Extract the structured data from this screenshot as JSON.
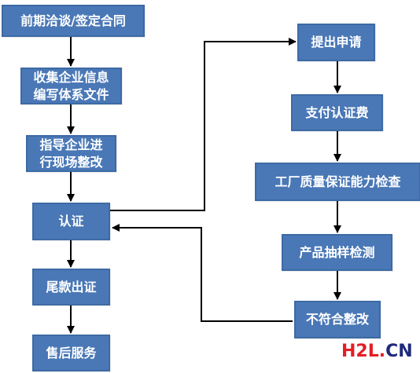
{
  "left_column": {
    "step1": "前期洽谈/签定合同",
    "step2_line1": "收集企业信息",
    "step2_line2": "编写体系文件",
    "step3_line1": "指导企业进",
    "step3_line2": "行现场整改",
    "step4": "认证",
    "step5": "尾款出证",
    "step6": "售后服务"
  },
  "right_column": {
    "step1": "提出申请",
    "step2": "支付认证费",
    "step3": "工厂质量保证能力检查",
    "step4": "产品抽样检测",
    "step5": "不符合整改"
  },
  "logo": {
    "part1": "H2L",
    "part2": ".",
    "part3": "CN"
  },
  "colors": {
    "box_fill": "#4a78b6",
    "box_border": "#3d6aa5",
    "text": "#ffffff",
    "arrow": "#000000",
    "logo_red": "#e31e24",
    "logo_blue": "#1e2a7a"
  }
}
